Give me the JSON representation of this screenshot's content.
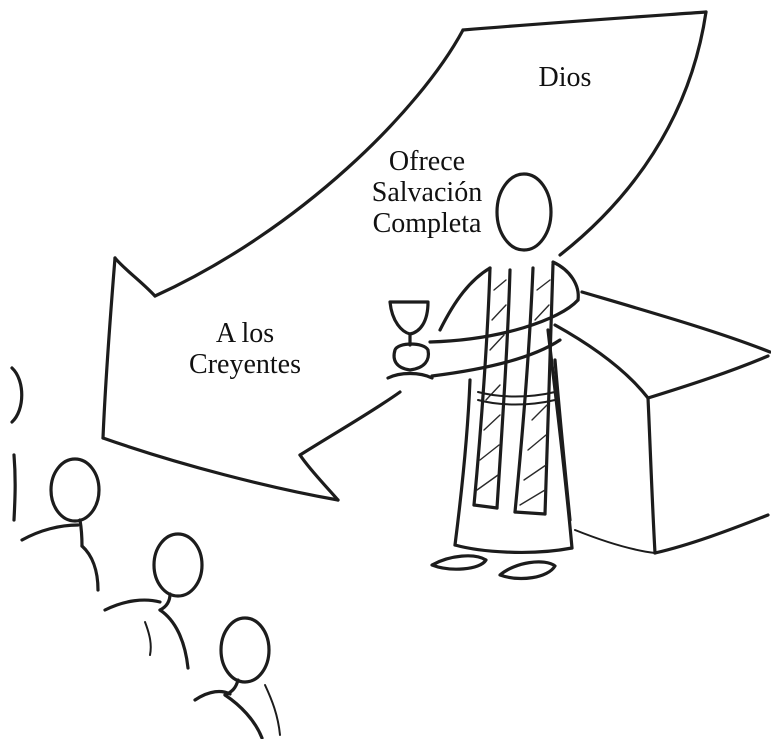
{
  "labels": {
    "dios": "Dios",
    "offer_line1": "Ofrece",
    "offer_line2": "Salvación",
    "offer_line3": "Completa",
    "believers_line1": "A los",
    "believers_line2": "Creyentes"
  },
  "colors": {
    "ink": "#1c1c1c",
    "paper": "#ffffff"
  }
}
